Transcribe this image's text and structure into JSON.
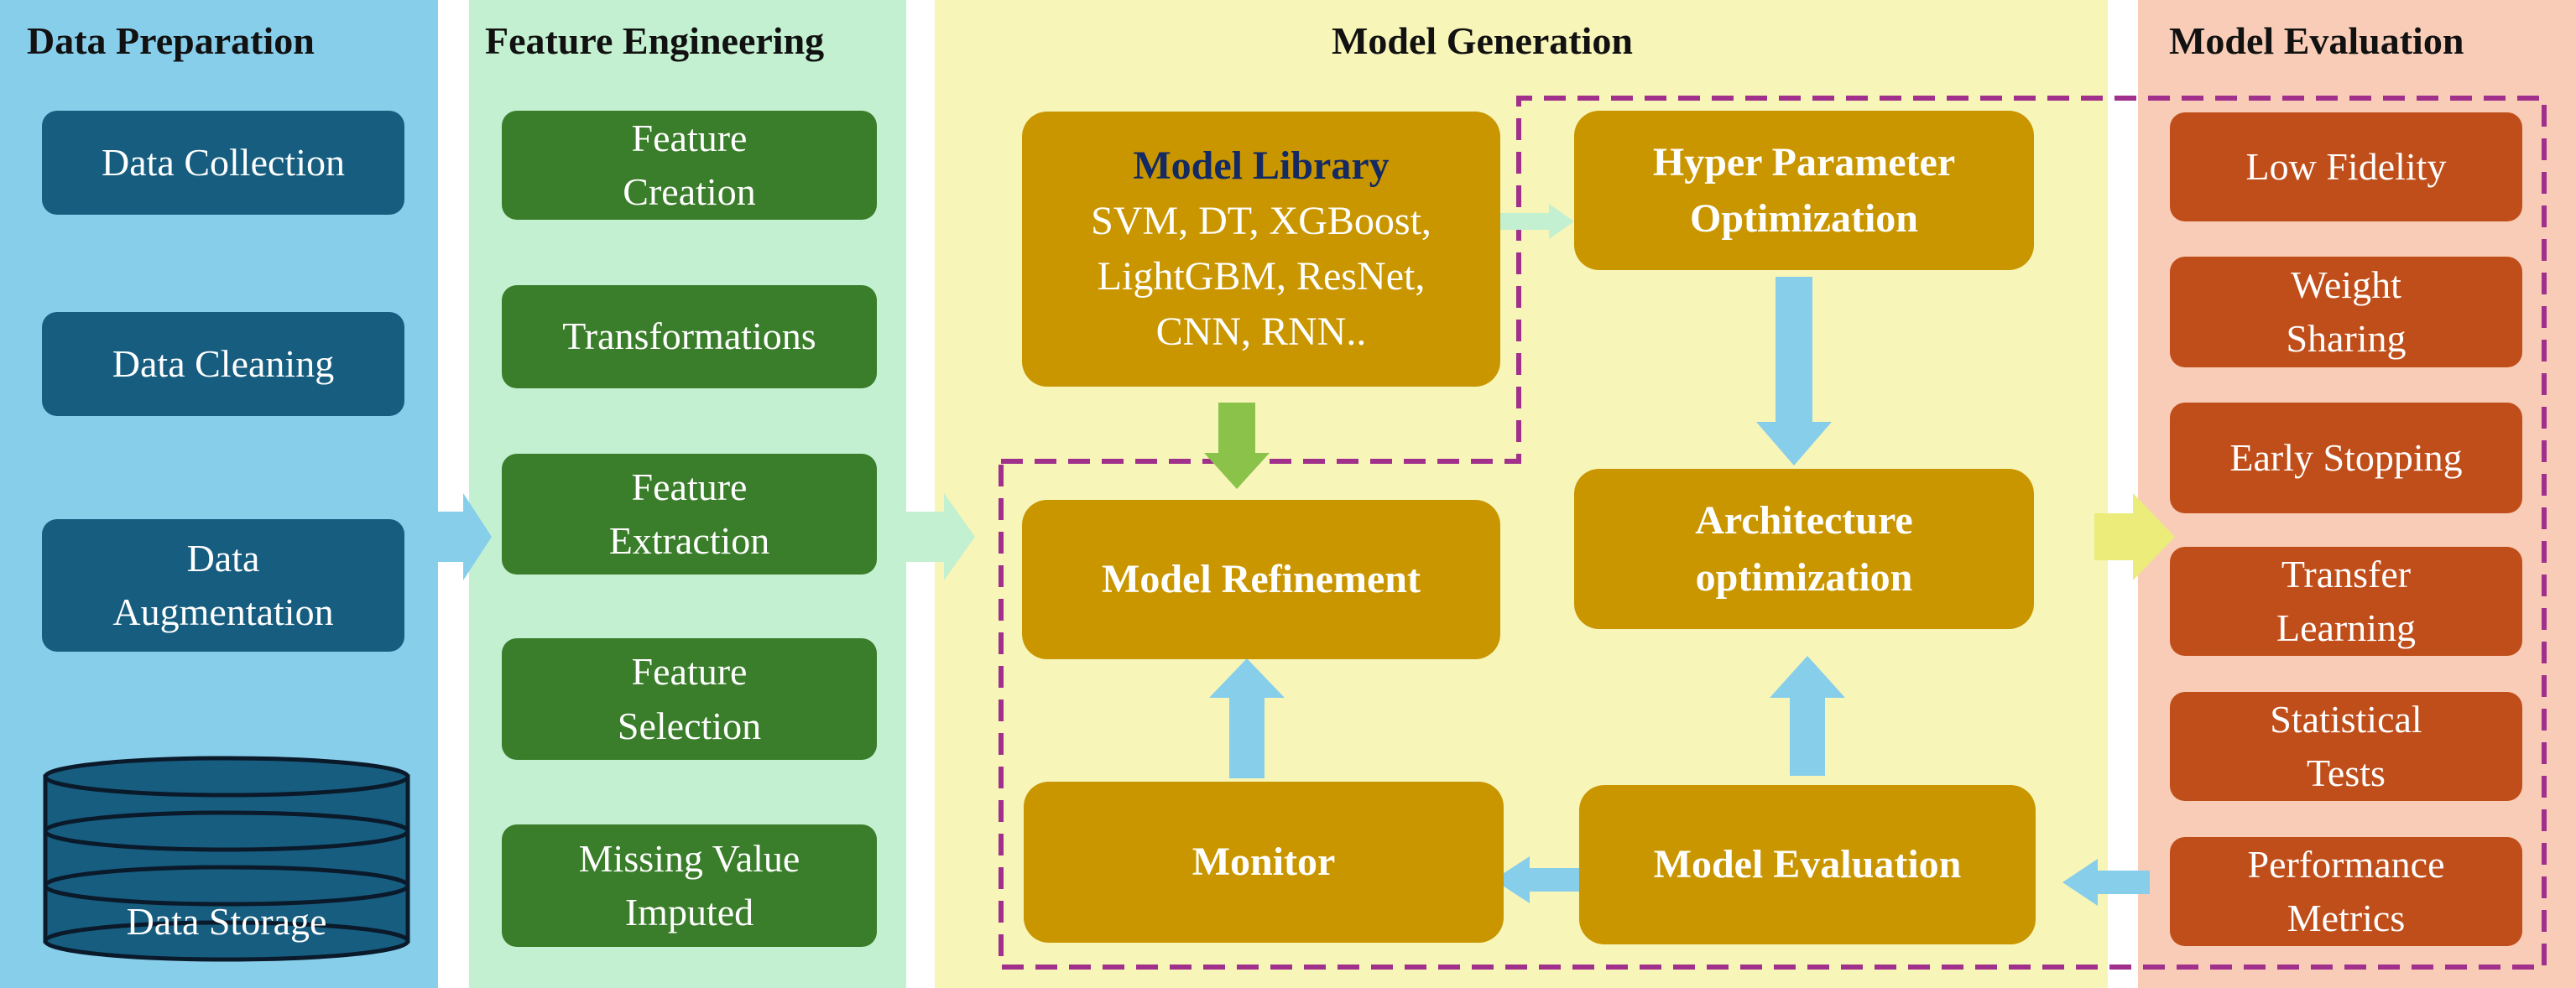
{
  "columns": [
    {
      "heading": "Data Preparation"
    },
    {
      "heading": "Feature Engineering"
    },
    {
      "heading": "Model Generation"
    },
    {
      "heading": "Model Evaluation"
    }
  ],
  "data_preparation": {
    "steps": [
      "Data Collection",
      "Data Cleaning",
      [
        "Data",
        "Augmentation"
      ]
    ],
    "storage": "Data Storage"
  },
  "feature_engineering": {
    "steps": [
      [
        "Feature",
        "Creation"
      ],
      [
        "Transformations"
      ],
      [
        "Feature",
        "Extraction"
      ],
      [
        "Feature",
        "Selection"
      ],
      [
        "Missing Value",
        "Imputed"
      ]
    ]
  },
  "model_generation": {
    "library_title": "Model Library",
    "library_items": [
      "SVM, DT, XGBoost,",
      "LightGBM, ResNet,",
      "CNN, RNN.."
    ],
    "hpo": [
      "Hyper Parameter",
      "Optimization"
    ],
    "refinement": "Model Refinement",
    "architecture": [
      "Architecture",
      "optimization"
    ],
    "monitor": "Monitor",
    "evaluation": "Model Evaluation"
  },
  "model_evaluation": {
    "methods": [
      [
        "Low Fidelity"
      ],
      [
        "Weight",
        "Sharing"
      ],
      [
        "Early Stopping"
      ],
      [
        "Transfer",
        "Learning"
      ],
      [
        "Statistical",
        "Tests"
      ],
      [
        "Performance",
        "Metrics"
      ]
    ]
  },
  "colors": {
    "prep_bg": "#87ceeb",
    "prep_box": "#165d80",
    "feat_bg": "#c3f0d0",
    "feat_box": "#3a7d2a",
    "gen_bg": "#f7f5b8",
    "gen_box": "#c99600",
    "eval_bg": "#f8ccb6",
    "eval_box": "#c04e1a",
    "dashed_loop": "#a0308c",
    "arrow_blue": "#87ceeb",
    "arrow_green": "#8bc34a"
  }
}
